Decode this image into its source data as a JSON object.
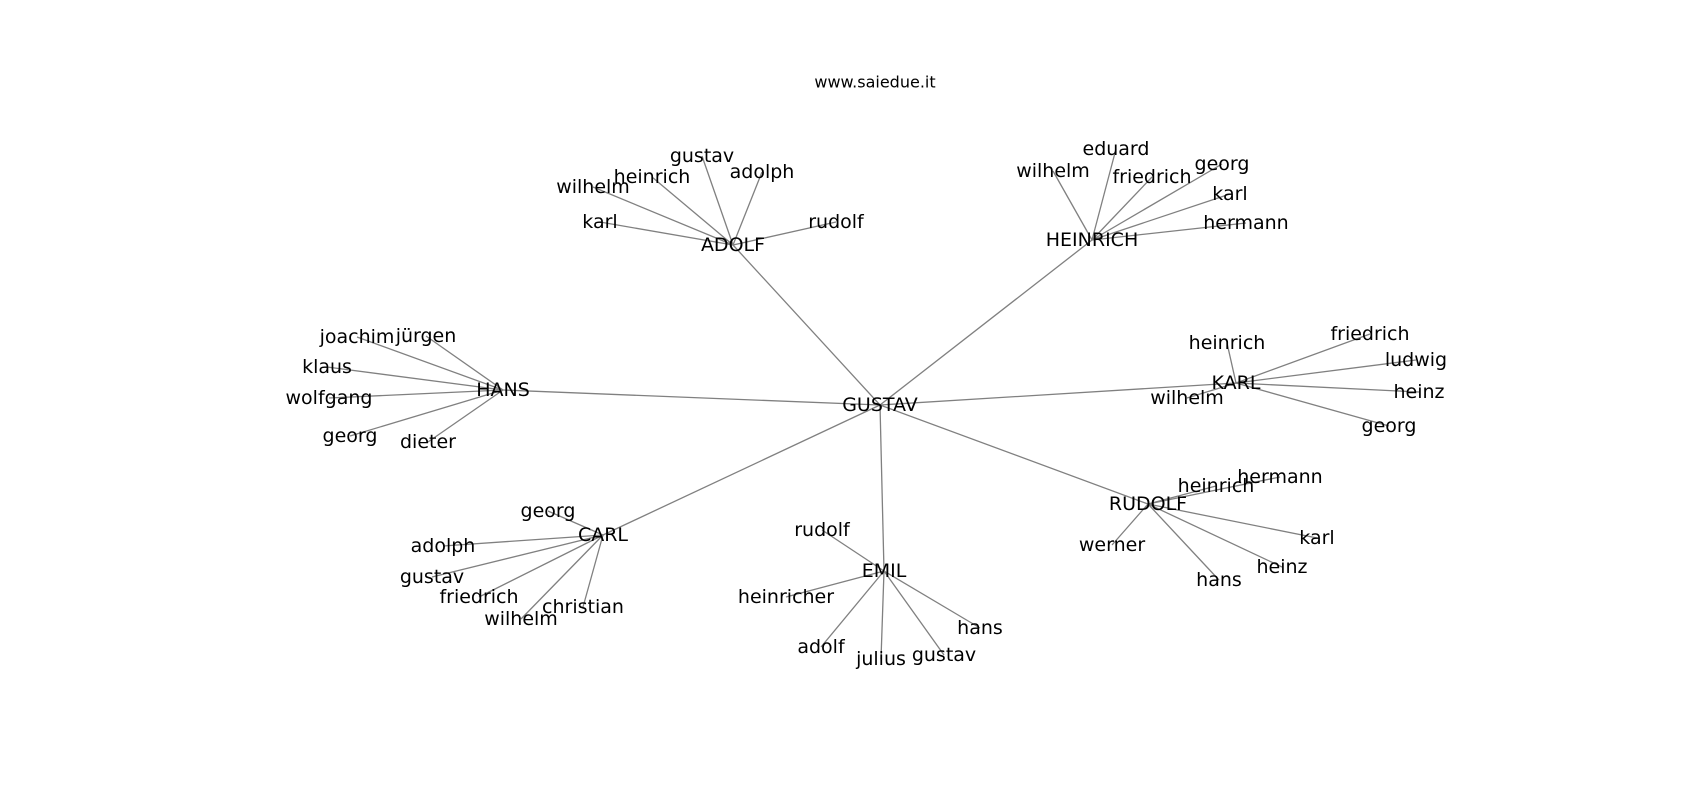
{
  "site": "www.saiedue.it",
  "center": "GUSTAV",
  "hubs": [
    {
      "id": "adolf",
      "label": "ADOLF",
      "children": [
        "gustav",
        "adolph",
        "heinrich",
        "wilhelm",
        "karl",
        "rudolf"
      ]
    },
    {
      "id": "heinrich",
      "label": "HEINRICH",
      "children": [
        "eduard",
        "wilhelm",
        "friedrich",
        "georg",
        "karl",
        "hermann"
      ]
    },
    {
      "id": "hans",
      "label": "HANS",
      "children": [
        "joachim",
        "jürgen",
        "klaus",
        "wolfgang",
        "georg",
        "dieter"
      ]
    },
    {
      "id": "karl",
      "label": "KARL",
      "children": [
        "heinrich",
        "friedrich",
        "ludwig",
        "heinz",
        "georg",
        "wilhelm"
      ]
    },
    {
      "id": "carl",
      "label": "CARL",
      "children": [
        "georg",
        "adolph",
        "gustav",
        "friedrich",
        "wilhelm",
        "christian"
      ]
    },
    {
      "id": "emil",
      "label": "EMIL",
      "children": [
        "rudolf",
        "heinricher",
        "adolf",
        "julius",
        "gustav",
        "hans"
      ]
    },
    {
      "id": "rudolf",
      "label": "RUDOLF",
      "children": [
        "hermann",
        "heinrich",
        "werner",
        "karl",
        "heinz",
        "hans"
      ]
    }
  ]
}
